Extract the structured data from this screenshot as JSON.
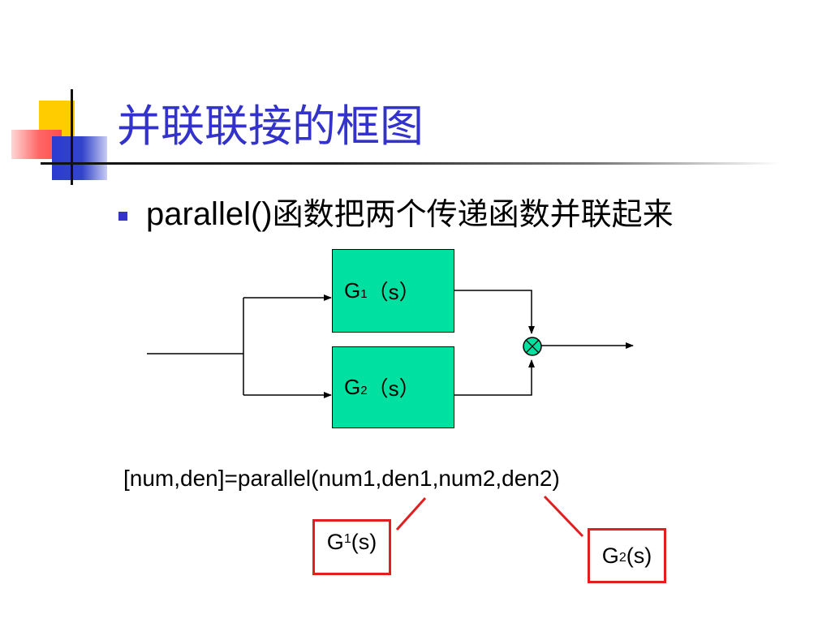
{
  "slide": {
    "title": "并联联接的框图",
    "bullet": {
      "code": "parallel()",
      "text": "函数把两个传递函数并联起来"
    }
  },
  "diagram": {
    "block1": {
      "letter": "G",
      "sub": "1",
      "arg": "（s）"
    },
    "block2": {
      "letter": "G",
      "sub": "2",
      "arg": "（s）"
    },
    "summing_junction": "cross-circle-icon"
  },
  "formula": "[num,den]=parallel(num1,den1,num2,den2)",
  "callouts": {
    "g1": {
      "letter": "G",
      "sub": "1",
      "arg": "(s)"
    },
    "g2": {
      "letter": "G",
      "sub": "2",
      "arg": "(s)"
    }
  },
  "colors": {
    "title": "#3333cc",
    "block_fill": "#00e0a0",
    "callout_border": "#e02020"
  }
}
